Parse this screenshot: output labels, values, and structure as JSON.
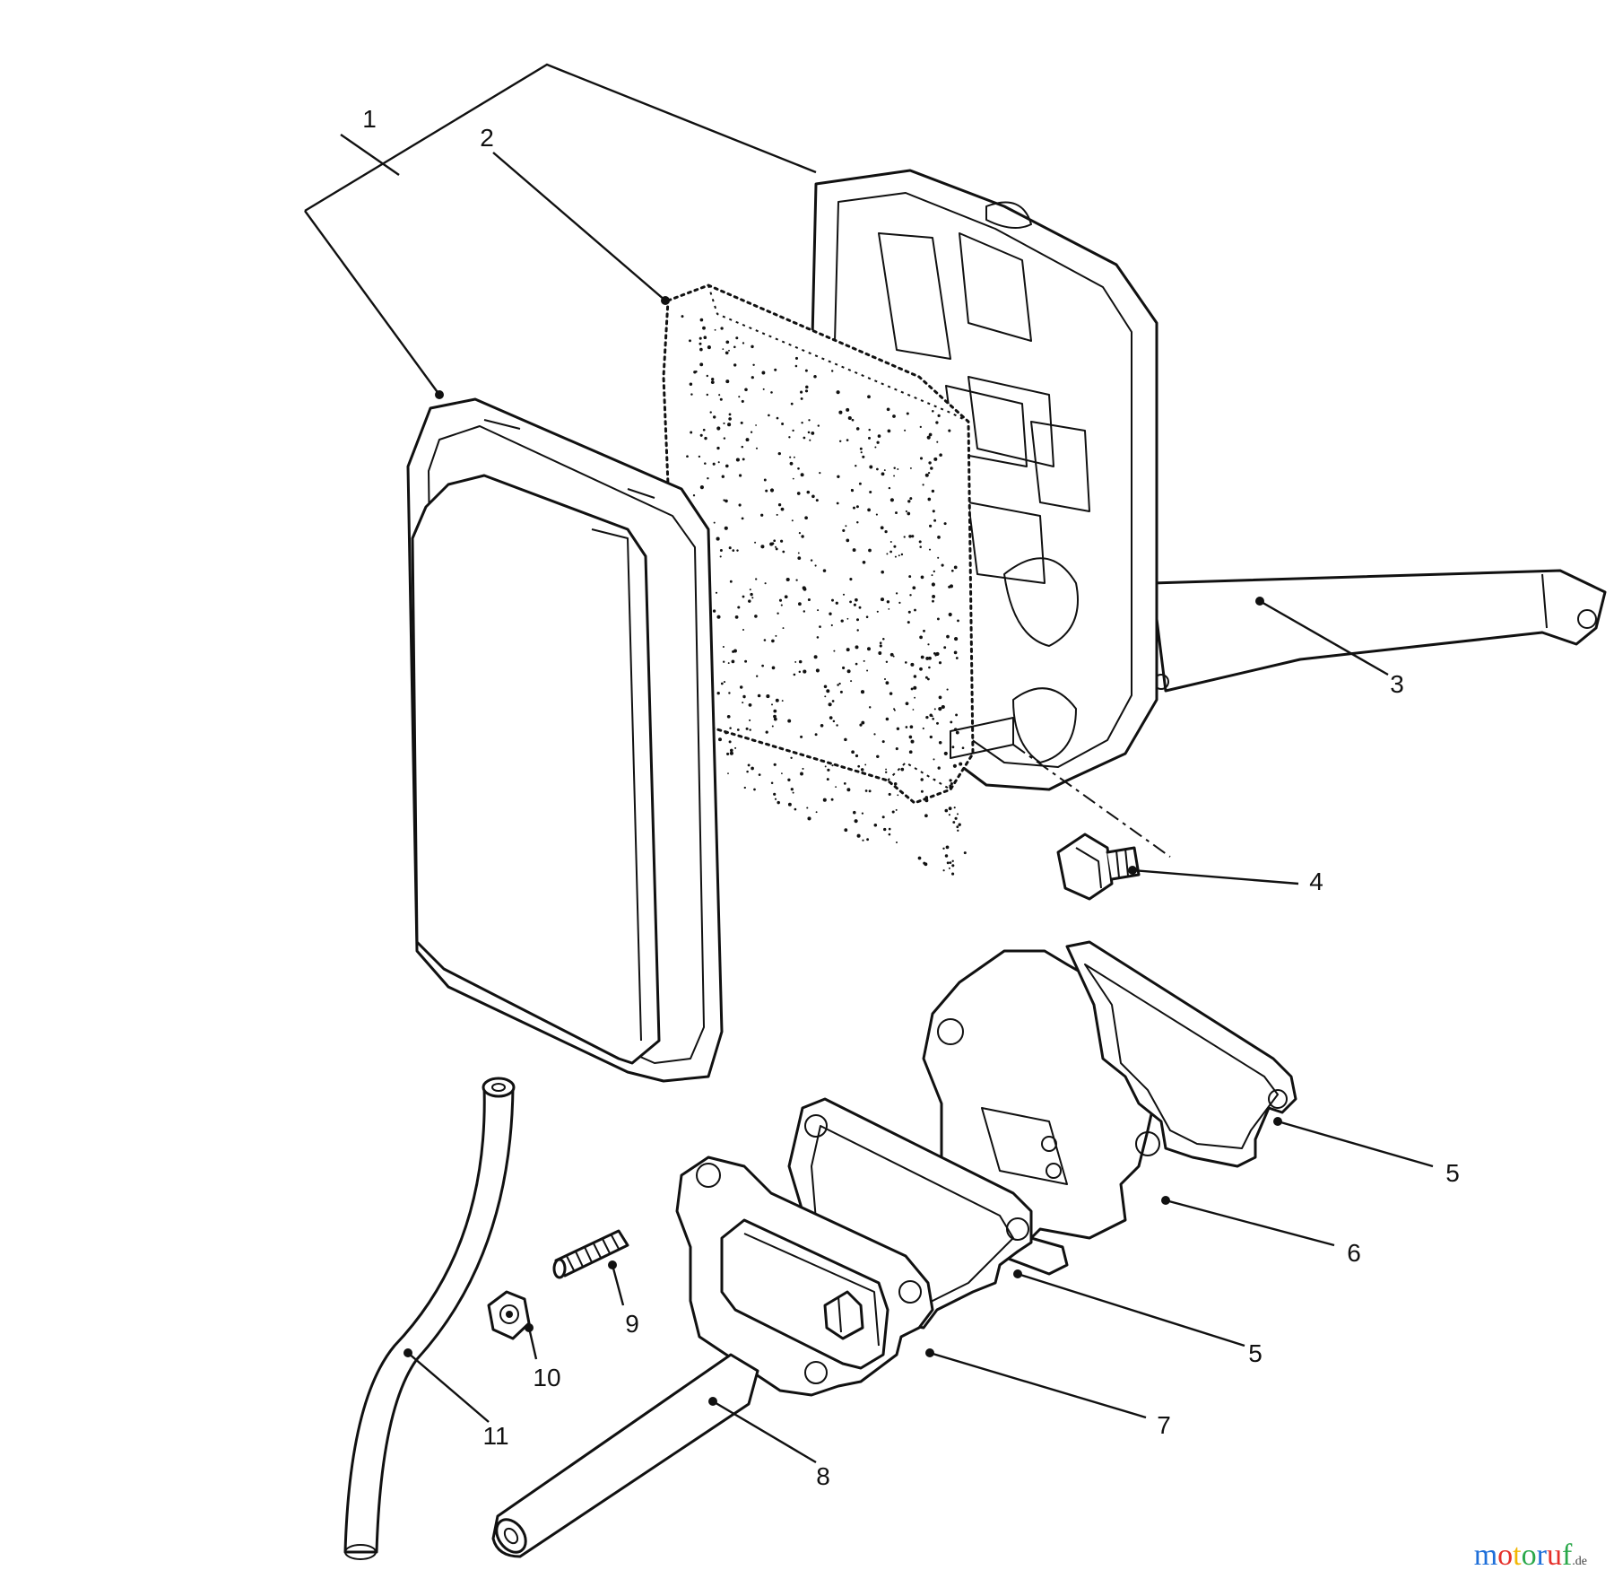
{
  "diagram": {
    "callouts": [
      {
        "id": "c1",
        "label": "1"
      },
      {
        "id": "c2",
        "label": "2"
      },
      {
        "id": "c3",
        "label": "3"
      },
      {
        "id": "c4",
        "label": "4"
      },
      {
        "id": "c5a",
        "label": "5"
      },
      {
        "id": "c6",
        "label": "6"
      },
      {
        "id": "c5b",
        "label": "5"
      },
      {
        "id": "c7",
        "label": "7"
      },
      {
        "id": "c8",
        "label": "8"
      },
      {
        "id": "c9",
        "label": "9"
      },
      {
        "id": "c10",
        "label": "10"
      },
      {
        "id": "c11",
        "label": "11"
      }
    ]
  },
  "watermark": {
    "name": "motoruf",
    "tld": ".de",
    "colors": [
      "#1e6fd9",
      "#e5302a",
      "#f2b705",
      "#2aa84a",
      "#1e6fd9",
      "#e5302a",
      "#2aa84a"
    ]
  }
}
